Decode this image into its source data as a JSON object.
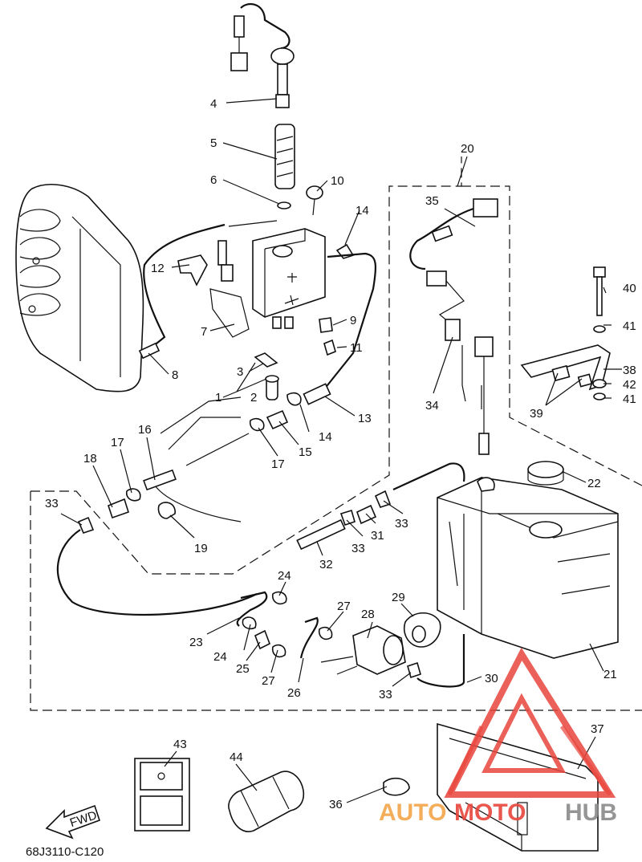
{
  "callouts": {
    "c1": "1",
    "c2": "2",
    "c3": "3",
    "c4": "4",
    "c5": "5",
    "c6": "6",
    "c7": "7",
    "c8": "8",
    "c9": "9",
    "c10": "10",
    "c11": "11",
    "c12": "12",
    "c13": "13",
    "c14a": "14",
    "c14b": "14",
    "c15": "15",
    "c16": "16",
    "c17a": "17",
    "c17b": "17",
    "c18": "18",
    "c19": "19",
    "c20": "20",
    "c21": "21",
    "c22": "22",
    "c23": "23",
    "c24a": "24",
    "c24b": "24",
    "c25": "25",
    "c26": "26",
    "c27a": "27",
    "c27b": "27",
    "c28": "28",
    "c29": "29",
    "c30": "30",
    "c31": "31",
    "c32": "32",
    "c33a": "33",
    "c33b": "33",
    "c33c": "33",
    "c33d": "33",
    "c34": "34",
    "c35": "35",
    "c36": "36",
    "c37": "37",
    "c38": "38",
    "c39": "39",
    "c40": "40",
    "c41a": "41",
    "c41b": "41",
    "c42": "42",
    "c43": "43",
    "c44": "44"
  },
  "fwd_label": "FWD",
  "drawing_code": "68J3110-C120",
  "watermark": {
    "text_auto": "AUTO",
    "text_moto": "MOTO",
    "text_hub": "HUB",
    "accent_color": "#e8453c",
    "orange_color": "#f3a64a",
    "gray_color": "#8a8a8a"
  }
}
